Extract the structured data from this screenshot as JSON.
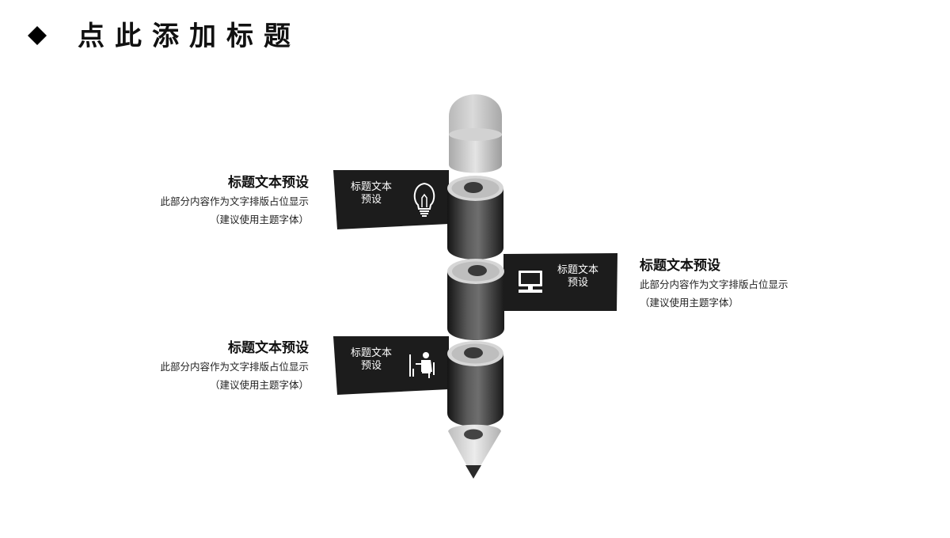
{
  "slide": {
    "title": "点此添加标题"
  },
  "items": [
    {
      "banner_line1": "标题文本",
      "banner_line2": "预设",
      "icon": "lightbulb-icon",
      "title": "标题文本预设",
      "desc_line1": "此部分内容作为文字排版占位显示",
      "desc_line2": "（建议使用主题字体）"
    },
    {
      "banner_line1": "标题文本",
      "banner_line2": "预设",
      "icon": "computer-icon",
      "title": "标题文本预设",
      "desc_line1": "此部分内容作为文字排版占位显示",
      "desc_line2": "（建议使用主题字体）"
    },
    {
      "banner_line1": "标题文本",
      "banner_line2": "预设",
      "icon": "person-at-desk-icon",
      "title": "标题文本预设",
      "desc_line1": "此部分内容作为文字排版占位显示",
      "desc_line2": "（建议使用主题字体）"
    }
  ],
  "colors": {
    "banner": "#1c1c1c",
    "text": "#111111",
    "eraser": "#cfcfcf",
    "segment_dark": "#2a2a2a"
  }
}
